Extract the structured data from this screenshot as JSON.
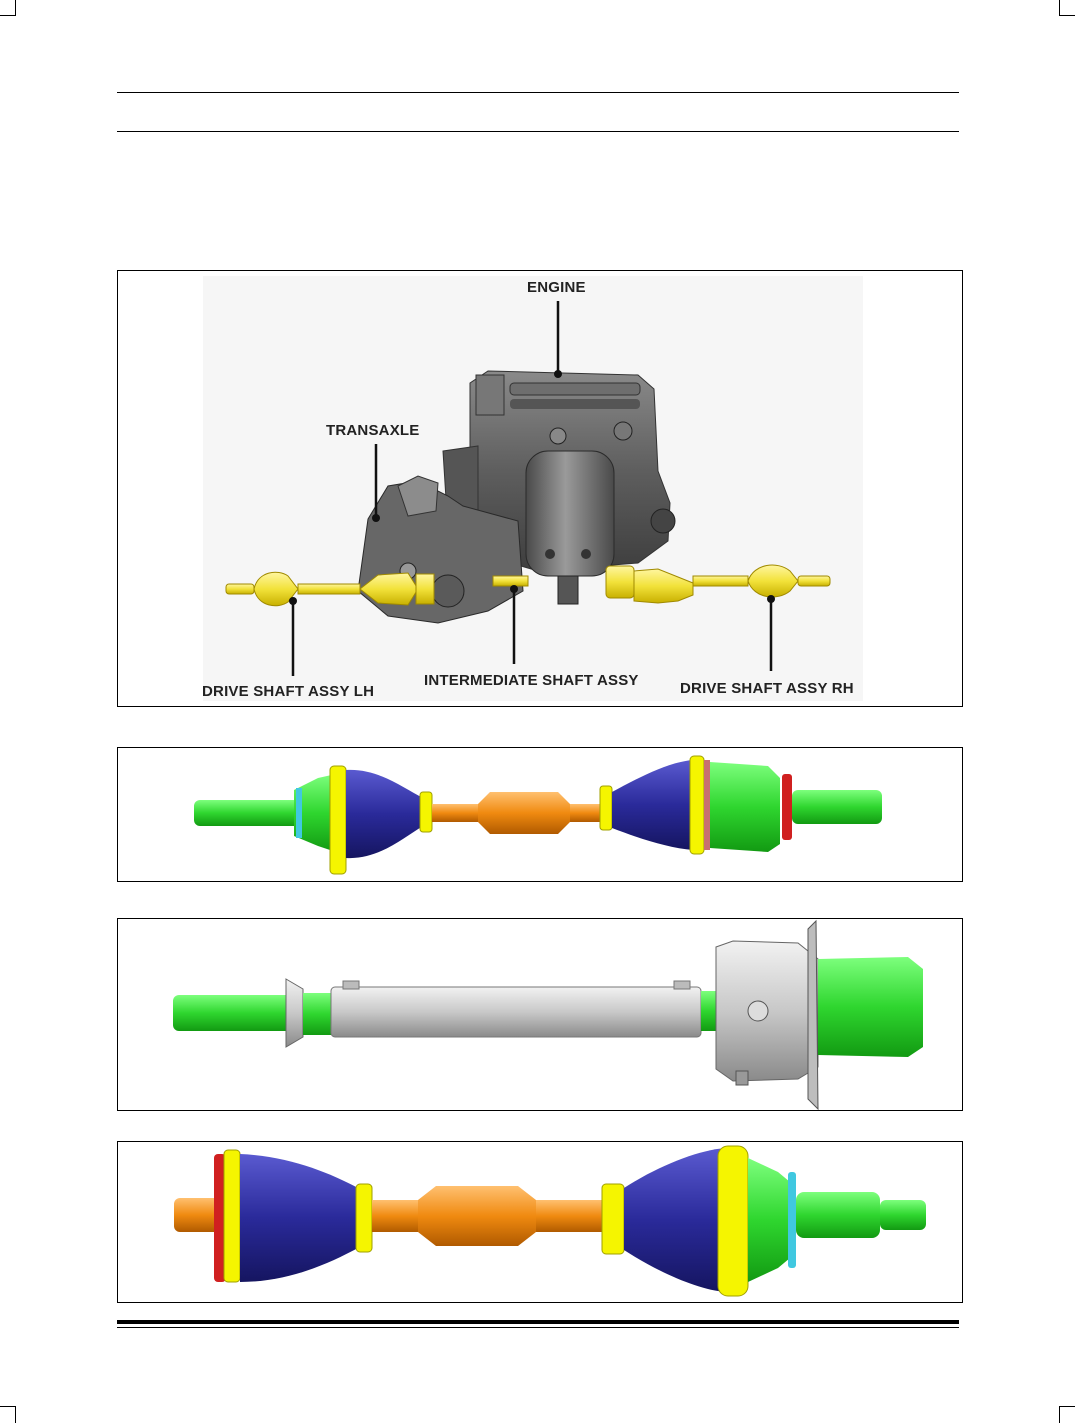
{
  "overview": {
    "labels": {
      "engine": "ENGINE",
      "transaxle": "TRANSAXLE",
      "drive_shaft_lh": "DRIVE SHAFT ASSY LH",
      "intermediate_shaft": "INTERMEDIATE SHAFT ASSY",
      "drive_shaft_rh": "DRIVE SHAFT ASSY RH"
    }
  },
  "colors": {
    "highlight_yellow": "#f2e23a",
    "boot_blue": "#2a2a9a",
    "spline_green": "#2fd62f",
    "shaft_orange": "#f08a10",
    "clamp_yellow": "#f5f500",
    "seal_red": "#d02020",
    "ring_cyan": "#40c8e0",
    "shaft_silver": "#c8c8c8"
  }
}
